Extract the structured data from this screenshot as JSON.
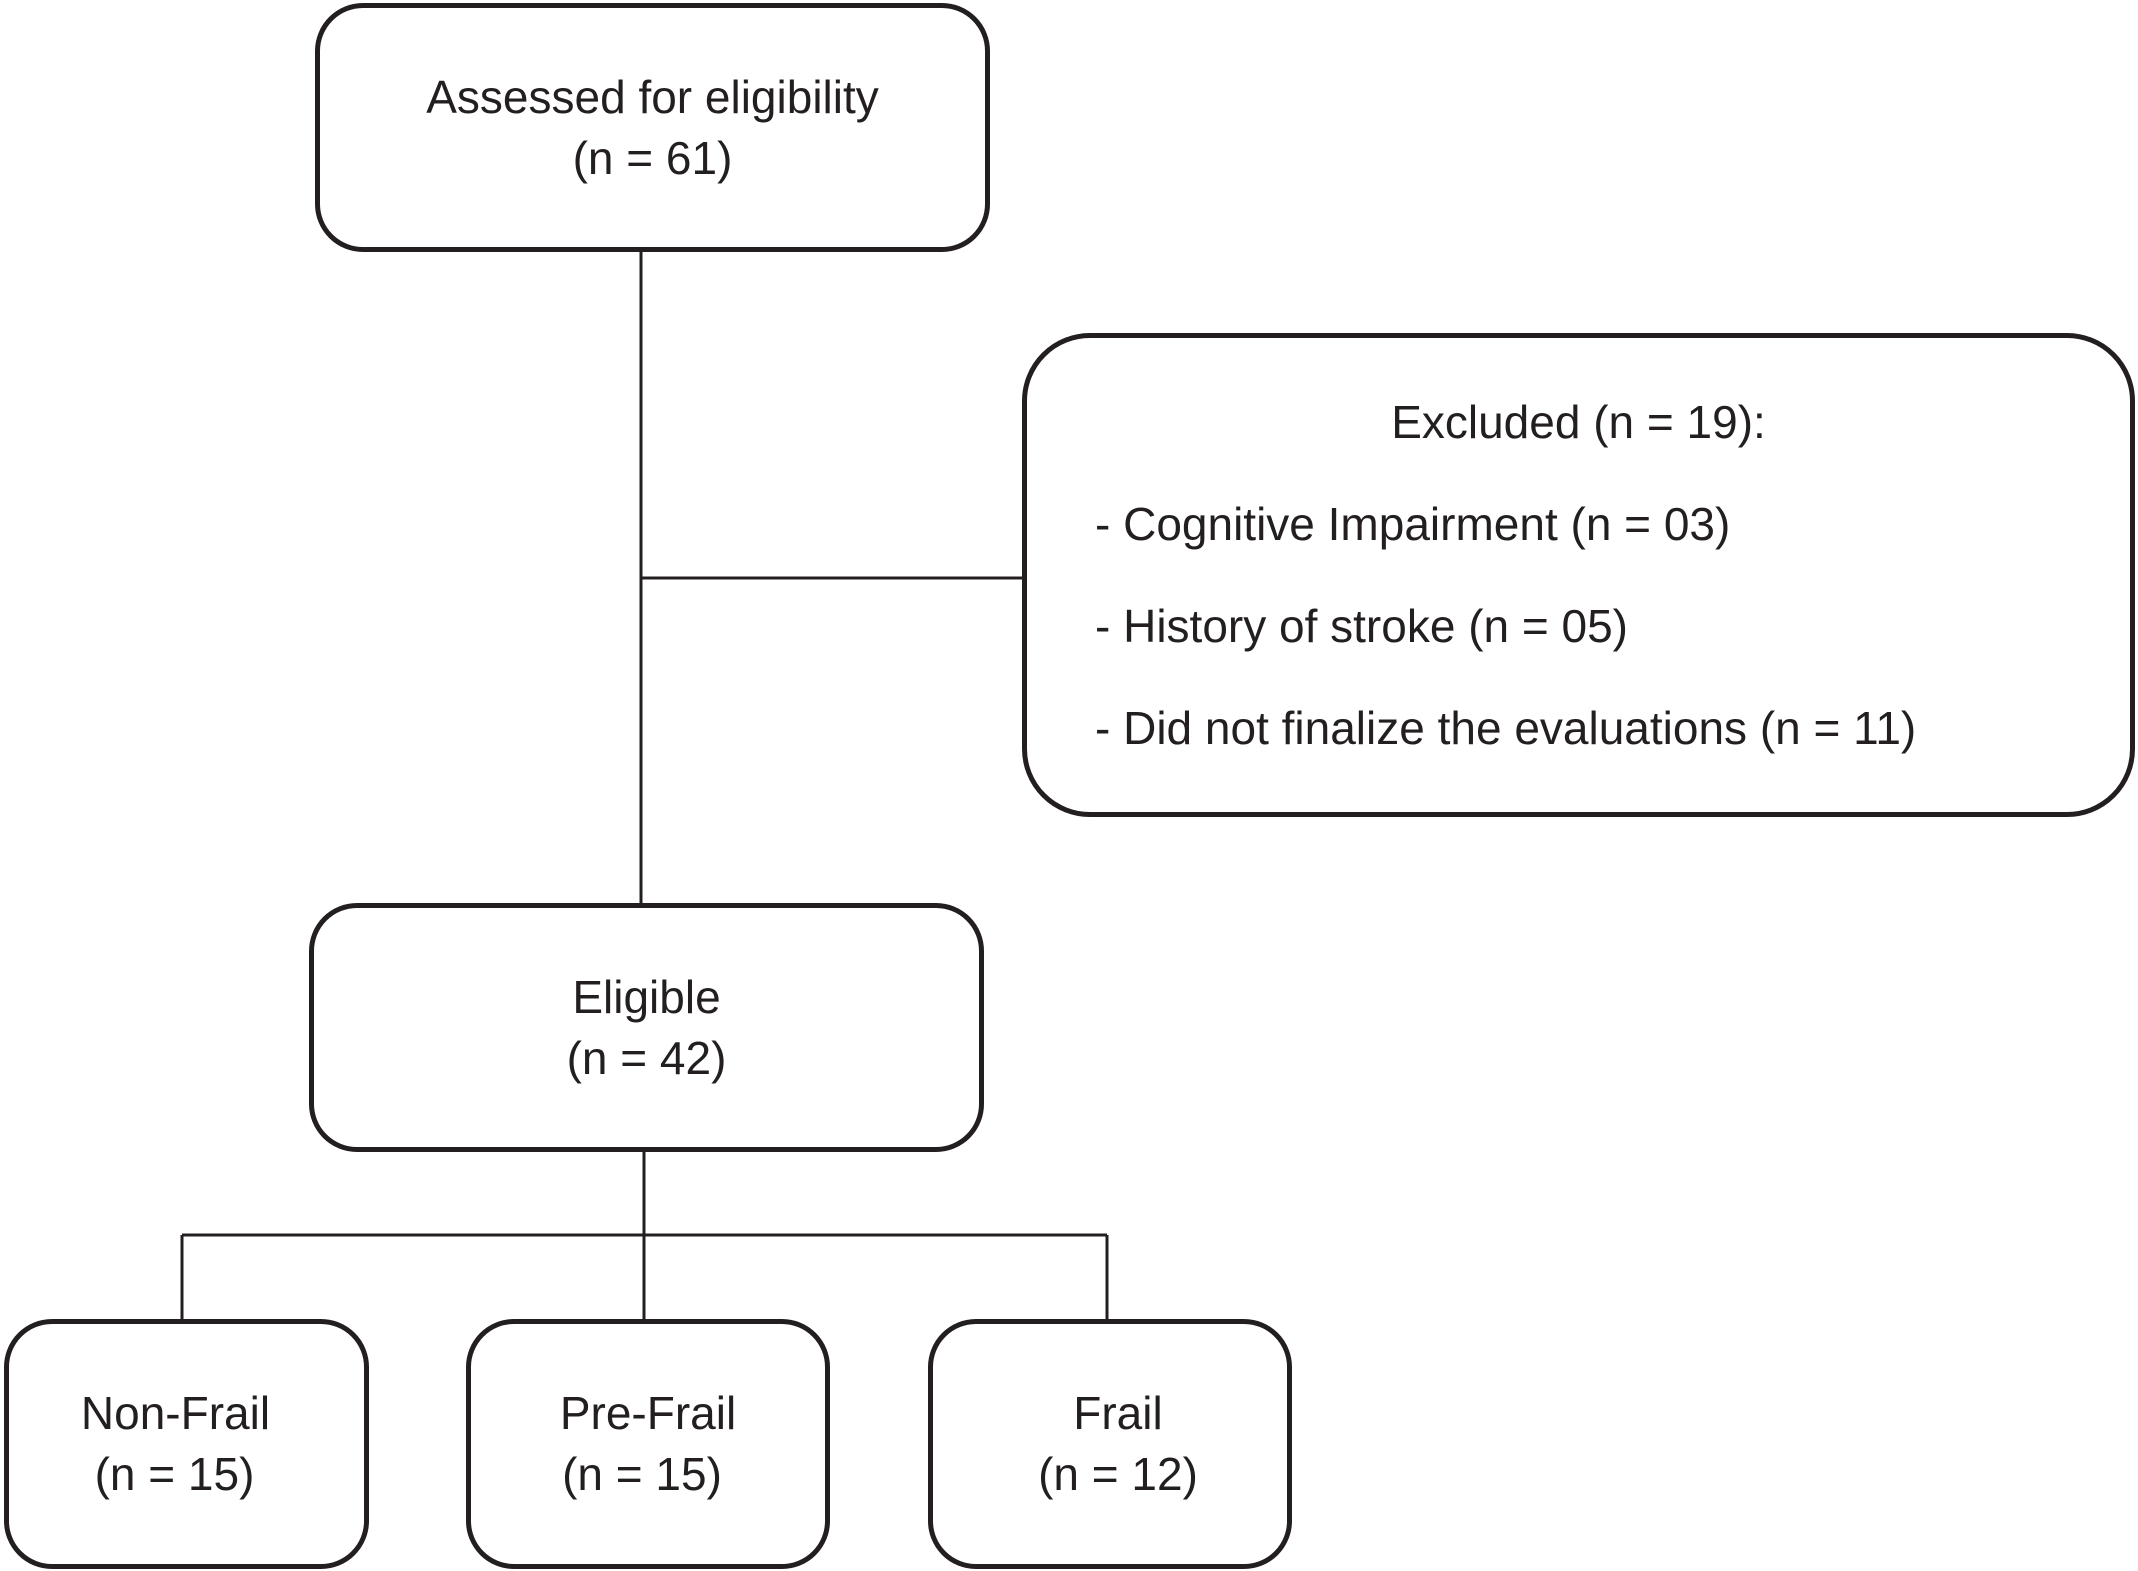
{
  "flowchart": {
    "assessed": {
      "label": "Assessed for eligibility",
      "count": "(n = 61)"
    },
    "excluded": {
      "title": "Excluded (n = 19):",
      "reasons": [
        "- Cognitive Impairment (n = 03)",
        "- History of stroke (n = 05)",
        "- Did not finalize the evaluations (n = 11)"
      ]
    },
    "eligible": {
      "label": "Eligible",
      "count": "(n = 42)"
    },
    "groups": [
      {
        "label": "Non-Frail",
        "count": "(n = 15)"
      },
      {
        "label": "Pre-Frail",
        "count": "(n = 15)"
      },
      {
        "label": "Frail",
        "count": "(n = 12)"
      }
    ]
  }
}
